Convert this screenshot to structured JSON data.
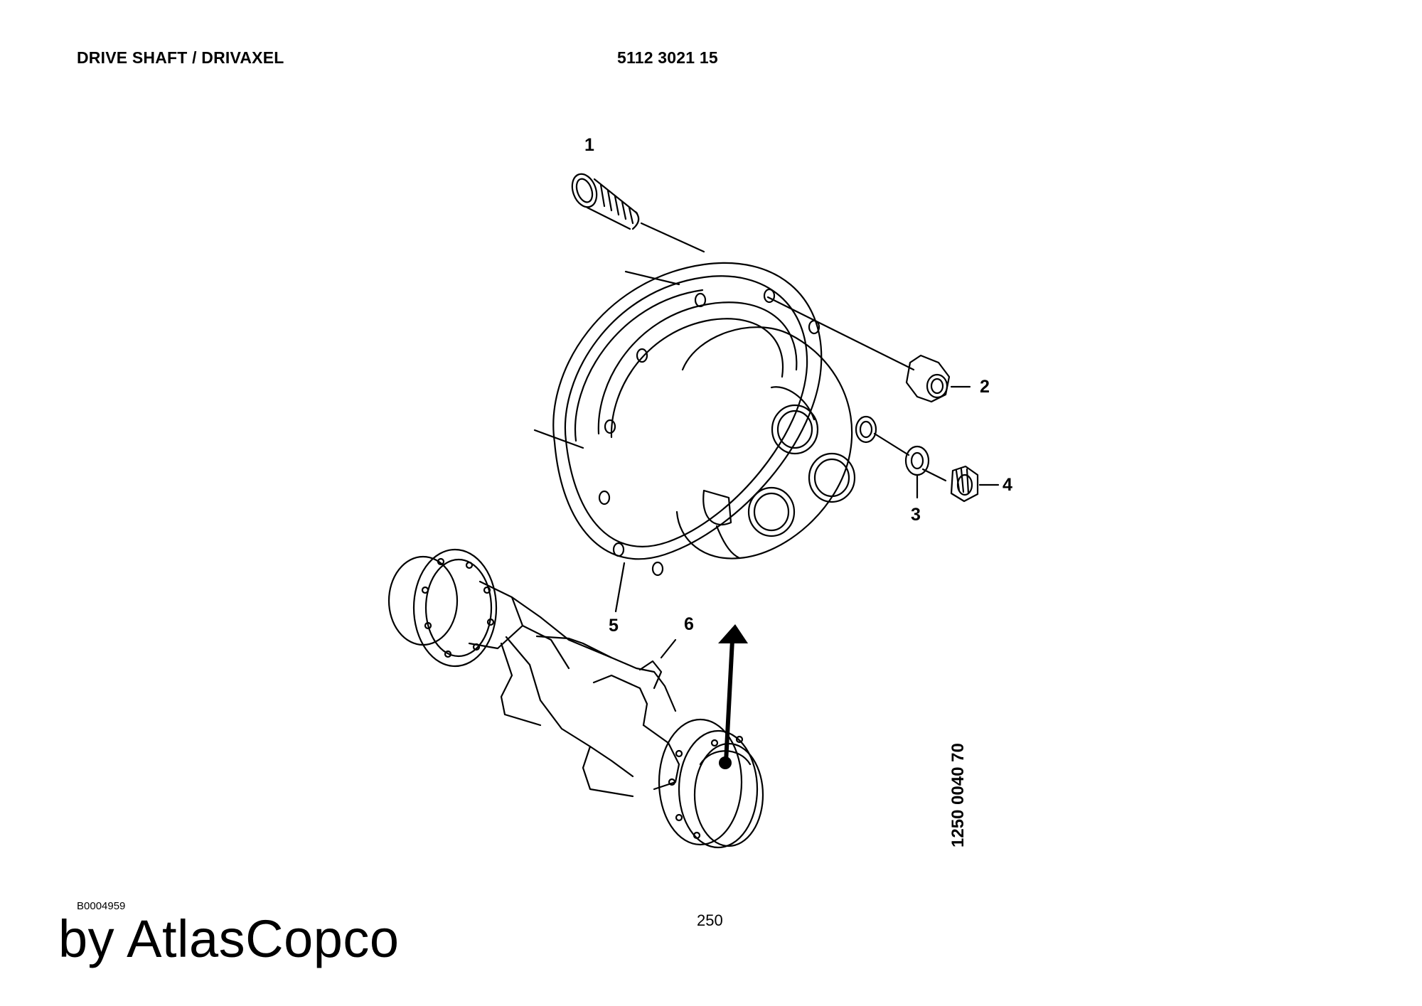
{
  "header": {
    "title": "DRIVE SHAFT / DRIVAXEL",
    "part_number": "5112 3021 15"
  },
  "callouts": {
    "c1": "1",
    "c2": "2",
    "c3": "3",
    "c4": "4",
    "c5": "5",
    "c6": "6"
  },
  "drawing_number": "1250 0040 70",
  "footer": {
    "doc_id": "B0004959",
    "page_number": "250",
    "brand": "by AtlasCopco"
  }
}
